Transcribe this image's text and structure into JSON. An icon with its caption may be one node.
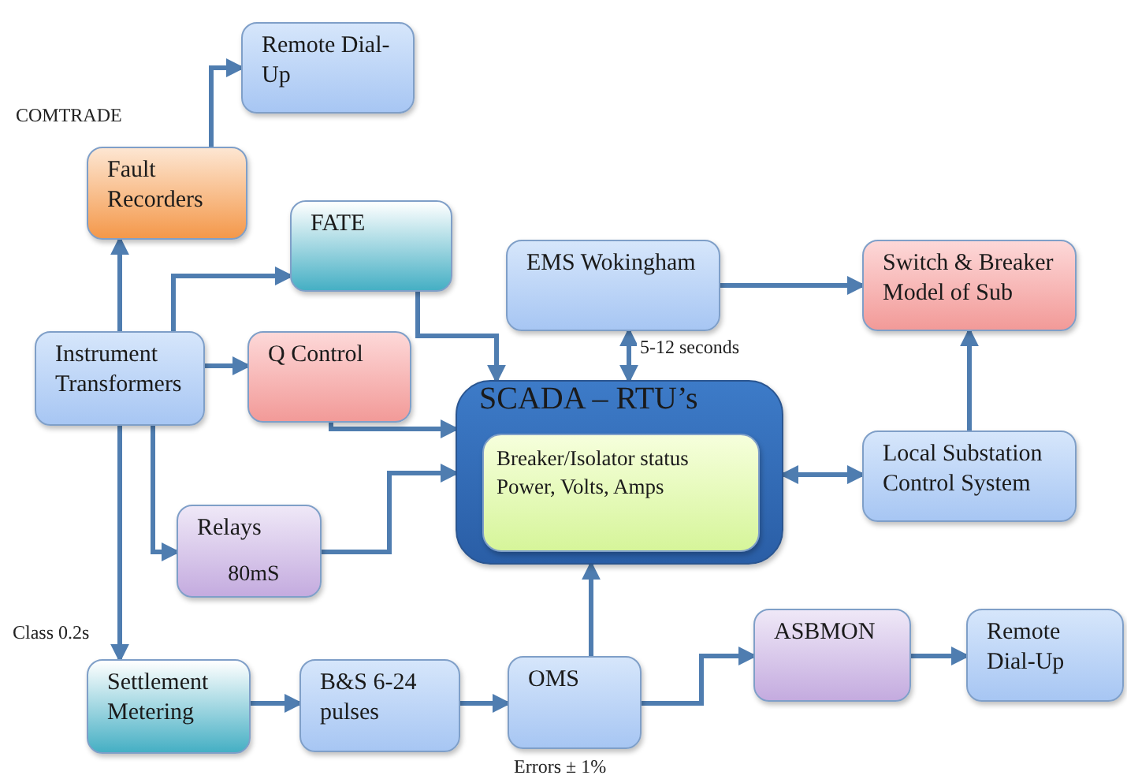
{
  "diagram": {
    "nodes": [
      {
        "text": [
          "Remote Dial-Up"
        ]
      },
      {
        "text": [
          "Fault Recorders"
        ]
      },
      {
        "text": [
          "FATE"
        ]
      },
      {
        "text": [
          "EMS Wokingham"
        ]
      },
      {
        "text": [
          "Switch & Breaker Model of Sub"
        ]
      },
      {
        "text": [
          "Instrument Transformers"
        ]
      },
      {
        "text": [
          "Q Control"
        ]
      },
      {
        "text": [
          "SCADA – RTU’s"
        ]
      },
      {
        "text": [
          "Breaker/Isolator status Power, Volts, Amps"
        ],
        "in": 7
      },
      {
        "text": [
          "Local Substation Control System"
        ]
      },
      {
        "text": [
          "Relays",
          "80mS"
        ]
      },
      {
        "text": [
          "Settlement Metering"
        ]
      },
      {
        "text": [
          "B&S 6-24 pulses"
        ]
      },
      {
        "text": [
          "OMS"
        ],
        "beside": [
          "Errors ± 1%"
        ]
      },
      {
        "text": [
          "ASBMON"
        ]
      },
      {
        "text": [
          "Remote Dial-Up"
        ]
      }
    ],
    "edges": [
      {
        "from": 1,
        "to": 0,
        "arrow": "to",
        "label": "COMTRADE"
      },
      {
        "from": 5,
        "to": 1,
        "arrow": "to"
      },
      {
        "from": 5,
        "to": 2,
        "arrow": "to"
      },
      {
        "from": 2,
        "to": 7,
        "arrow": "to"
      },
      {
        "from": 5,
        "to": 6,
        "arrow": "to"
      },
      {
        "from": 6,
        "to": 7,
        "arrow": "to"
      },
      {
        "from": 5,
        "to": 10,
        "arrow": "to"
      },
      {
        "from": 10,
        "to": 7,
        "arrow": "to"
      },
      {
        "from": 3,
        "to": 7,
        "arrow": "both",
        "label": "5-12 seconds"
      },
      {
        "from": 3,
        "to": 4,
        "arrow": "to"
      },
      {
        "from": 9,
        "to": 4,
        "arrow": "to"
      },
      {
        "from": 7,
        "to": 9,
        "arrow": "both"
      },
      {
        "from": 5,
        "to": 11,
        "arrow": "to",
        "label": "Class 0.2s"
      },
      {
        "from": 11,
        "to": 12,
        "arrow": "to"
      },
      {
        "from": 12,
        "to": 13,
        "arrow": "to"
      },
      {
        "from": 13,
        "to": 7,
        "arrow": "to"
      },
      {
        "from": 13,
        "to": 14,
        "arrow": "to"
      },
      {
        "from": 14,
        "to": 15,
        "arrow": "to"
      }
    ]
  }
}
